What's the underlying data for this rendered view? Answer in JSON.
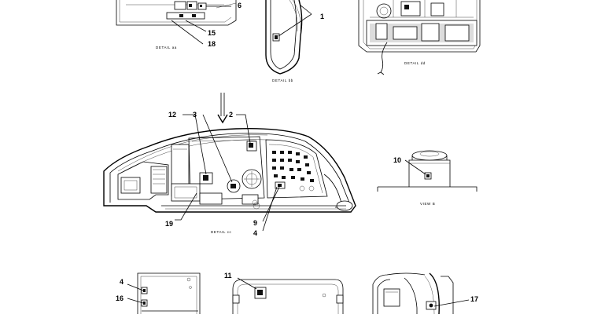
{
  "details": {
    "aa": "DETAIL aa",
    "bb": "DETAIL bb",
    "cc": "DETAIL cc",
    "dd": "DETAIL dd",
    "view_b": "VIEW B"
  },
  "callouts": {
    "c1": "1",
    "c2": "2",
    "c3": "3",
    "c4a": "4",
    "c4b": "4",
    "c6": "6",
    "c9": "9",
    "c10": "10",
    "c11": "11",
    "c12": "12",
    "c15": "15",
    "c16": "16",
    "c17": "17",
    "c18": "18",
    "c19": "19"
  }
}
